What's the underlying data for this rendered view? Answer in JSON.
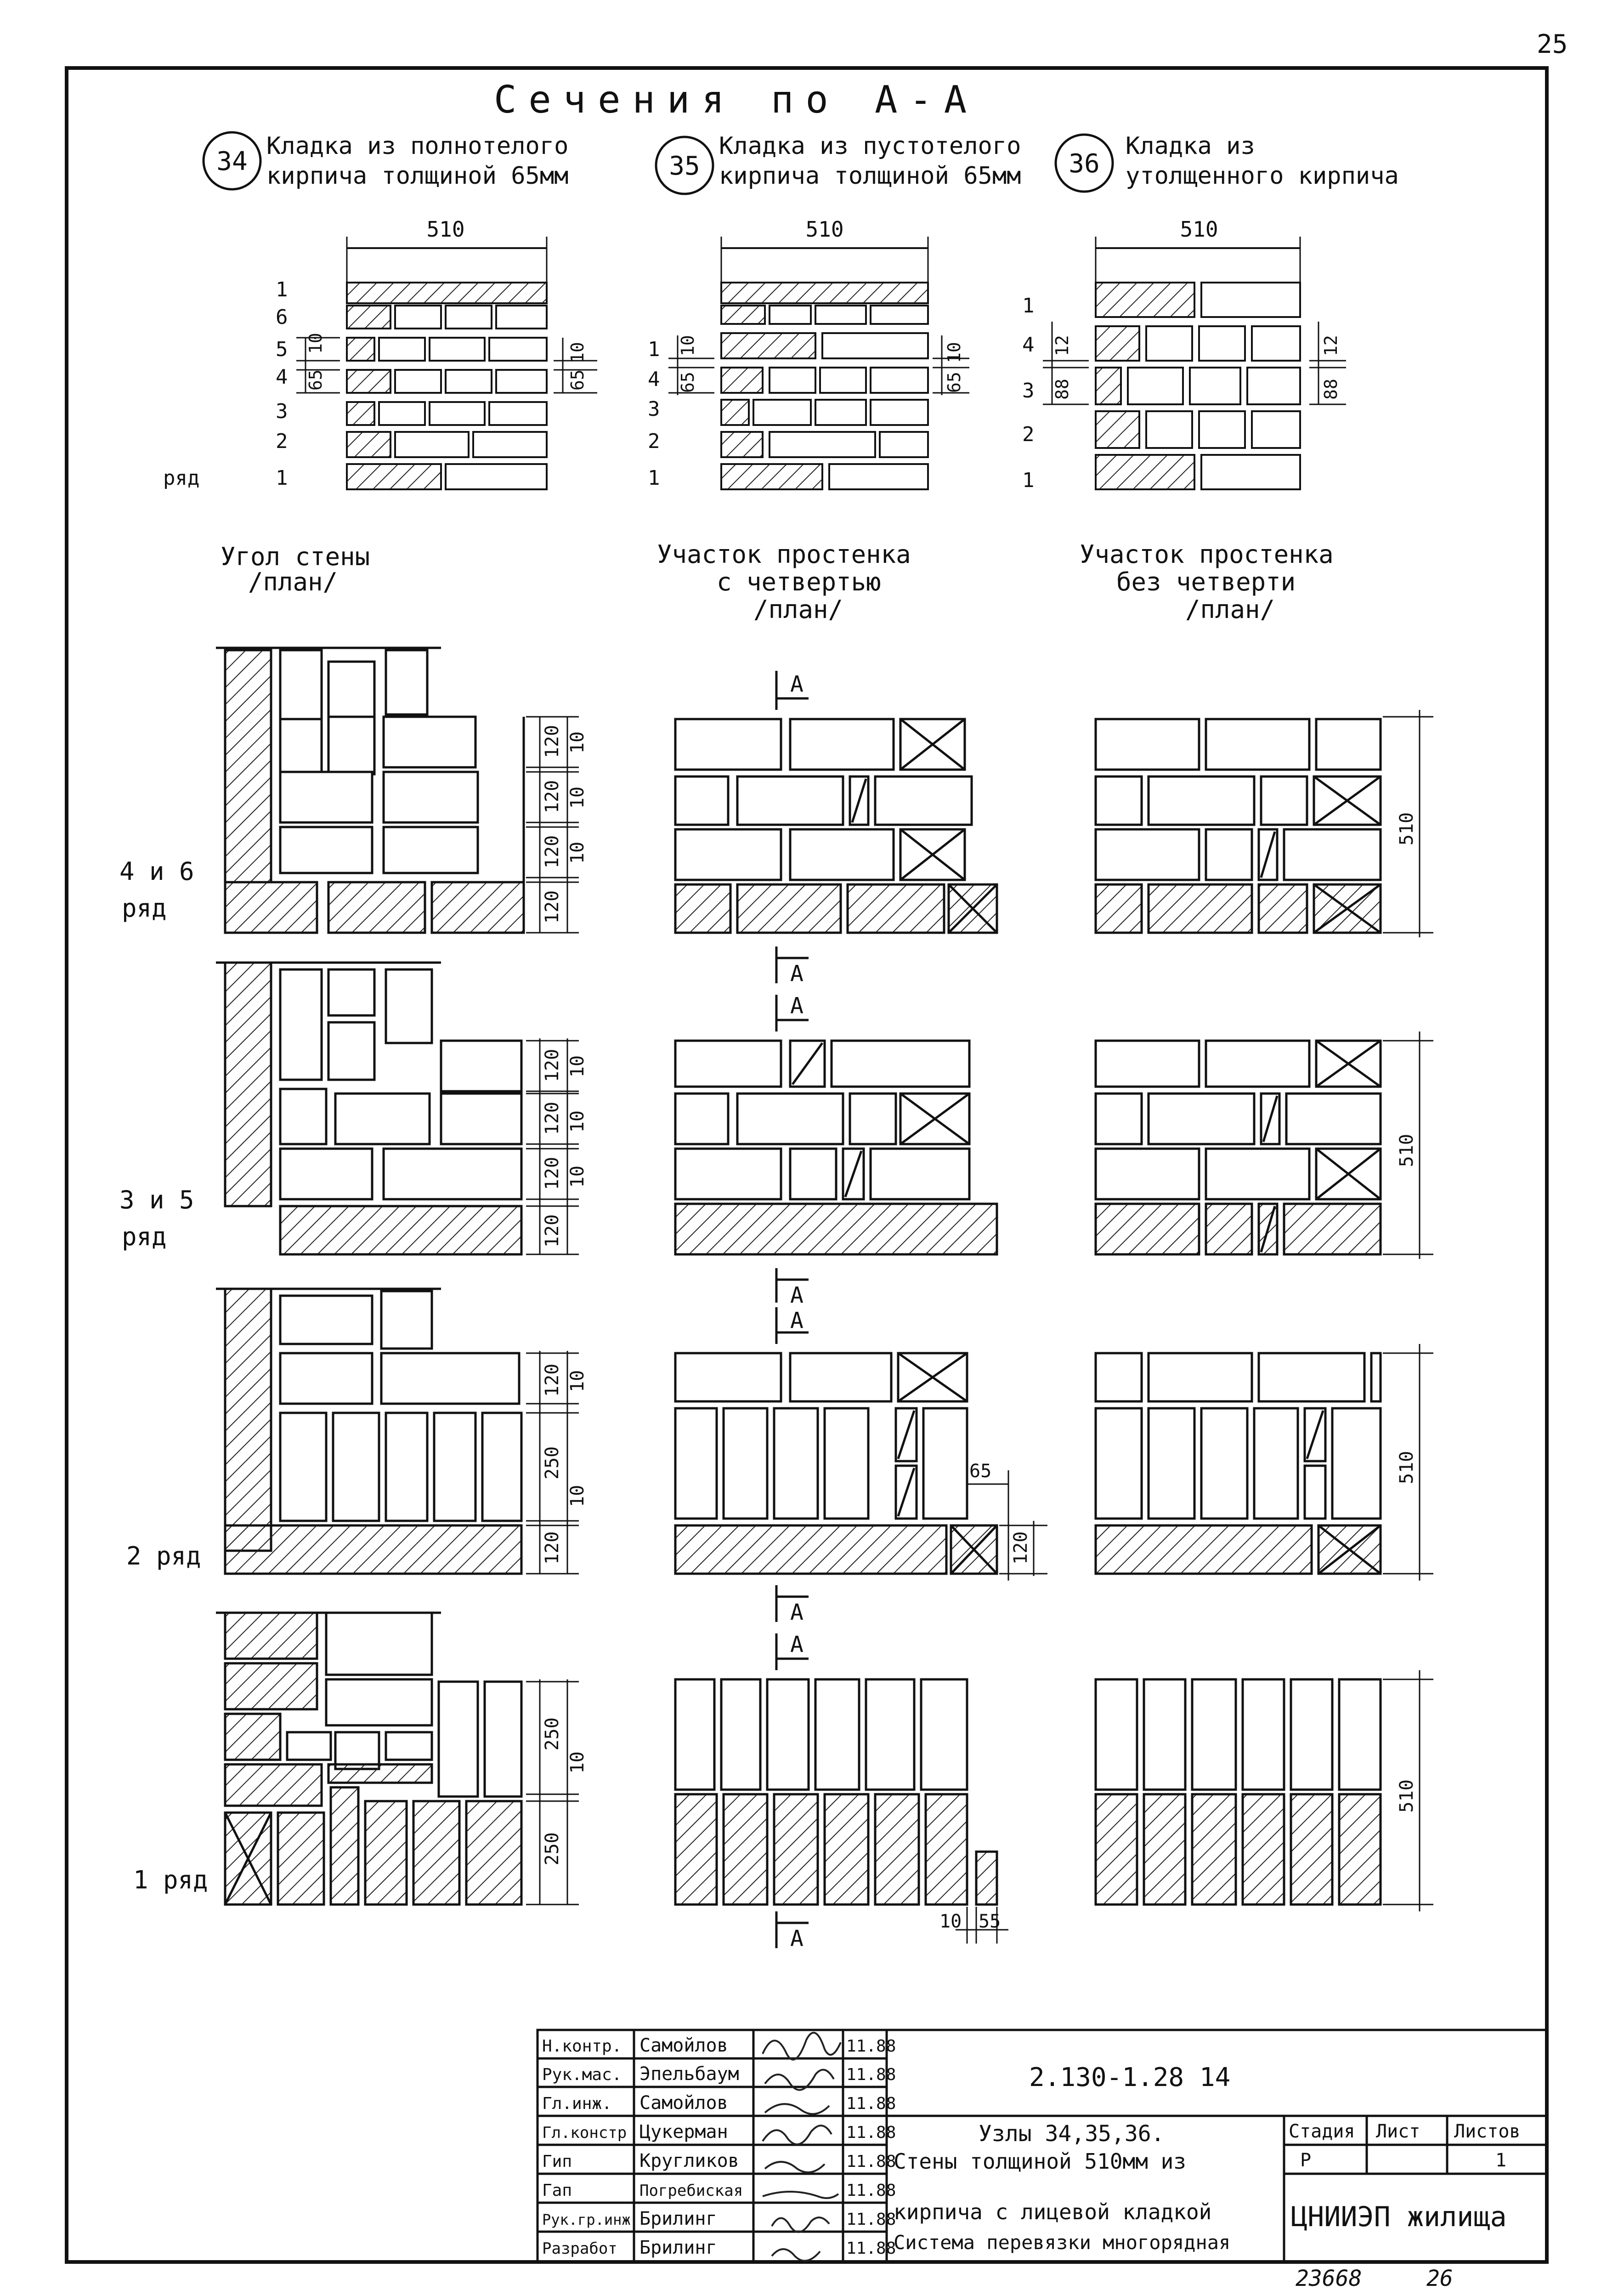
{
  "page_number": "25",
  "section_title": "Сечения по А-А",
  "nodes": [
    {
      "num": "34",
      "line1": "Кладка из полнотелого",
      "line2": "кирпича толщиной 65мм"
    },
    {
      "num": "35",
      "line1": "Кладка из пустотелого",
      "line2": "кирпича толщиной 65мм"
    },
    {
      "num": "36",
      "line1": "Кладка из",
      "line2": "утолщенного кирпича"
    }
  ],
  "section_dims": {
    "width": "510",
    "col1_rows": [
      "1",
      "6",
      "5",
      "4",
      "3",
      "2",
      "1"
    ],
    "col2_rows": [
      "1",
      "4",
      "3",
      "2",
      "1"
    ],
    "col3_rows": [
      "1",
      "4",
      "3",
      "2",
      "1"
    ],
    "ryad": "ряд",
    "d10": "10",
    "d65": "65",
    "d12": "12",
    "d88": "88"
  },
  "plan_titles": {
    "col1": [
      "Угол стены",
      "/план/"
    ],
    "col2": [
      "Участок простенка",
      "с четвертью",
      "/план/"
    ],
    "col3": [
      "Участок простенка",
      "без четверти",
      "/план/"
    ]
  },
  "row_labels": [
    {
      "line1": "4 и 6",
      "line2": "ряд"
    },
    {
      "line1": "3 и 5",
      "line2": "ряд"
    },
    {
      "line1": "2 ряд",
      "line2": ""
    },
    {
      "line1": "1 ряд",
      "line2": ""
    }
  ],
  "plan_dims": {
    "d120": "120",
    "d250": "250",
    "d10": "10",
    "d510": "510",
    "d65": "65",
    "d55": "55",
    "section_mark": "А"
  },
  "stamp": {
    "rows": [
      {
        "role": "Н.контр.",
        "name": "Самойлов",
        "date": "11.88"
      },
      {
        "role": "Рук.мас.",
        "name": "Эпельбаум",
        "date": "11.88"
      },
      {
        "role": "Гл.инж.",
        "name": "Самойлов",
        "date": "11.88"
      },
      {
        "role": "Гл.констр",
        "name": "Цукерман",
        "date": "11.88"
      },
      {
        "role": "Гип",
        "name": "Кругликов",
        "date": "11.88"
      },
      {
        "role": "Гап",
        "name": "Погребиская",
        "date": "11.88"
      },
      {
        "role": "Рук.гр.инж",
        "name": "Брилинг",
        "date": "11.88"
      },
      {
        "role": "Разработ",
        "name": "Брилинг",
        "date": "11.88"
      }
    ],
    "doc_code": "2.130-1.28   14",
    "title_lines": [
      "Узлы 34,35,36.",
      "Стены толщиной 510мм из",
      "кирпича с лицевой кладкой",
      "Система перевязки многорядная"
    ],
    "stage_label": "Стадия",
    "sheet_label": "Лист",
    "sheets_label": "Листов",
    "stage_value": "Р",
    "sheets_value": "1",
    "organization": "ЦНИИЭП жилища"
  },
  "bottom_numbers": [
    "23668",
    "26"
  ]
}
